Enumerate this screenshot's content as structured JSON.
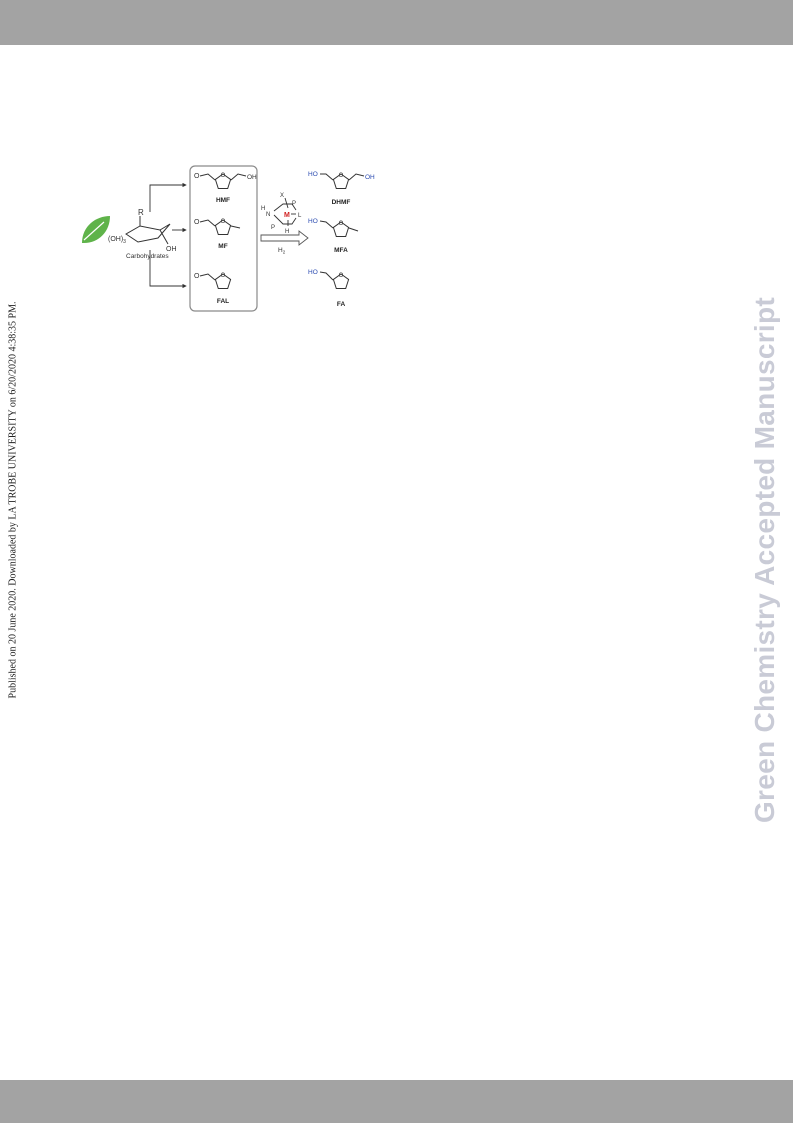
{
  "side_note": "Published on 20 June 2020. Downloaded by LA TROBE UNIVERSITY on 6/20/2020 4:38:35 PM.",
  "watermark": "Green Chemistry Accepted Manuscript",
  "scheme": {
    "substrate": {
      "r_label": "R",
      "oh3_label": "(OH)",
      "oh3_sub": "3",
      "oh_label": "OH",
      "caption": "Carbohydrates"
    },
    "aldehydes": [
      {
        "label": "HMF",
        "sub": "OH"
      },
      {
        "label": "MF"
      },
      {
        "label": "FAL"
      }
    ],
    "catalyst": {
      "x": "X",
      "h_left": "H",
      "n": "N",
      "p_top": "P",
      "m": "M",
      "l": "L",
      "p_bottom": "P",
      "h_bottom": "H"
    },
    "reagent": "H",
    "reagent_sub": "2",
    "alcohols": [
      {
        "label": "DHMF",
        "ho": "HO",
        "oh": "OH"
      },
      {
        "label": "MFA",
        "ho": "HO"
      },
      {
        "label": "FA",
        "ho": "HO"
      }
    ],
    "colors": {
      "leaf": "#5fb34a",
      "hydroxyl": "#2a4ab0",
      "metal": "#d02020",
      "box": "#8a8a8a"
    }
  }
}
